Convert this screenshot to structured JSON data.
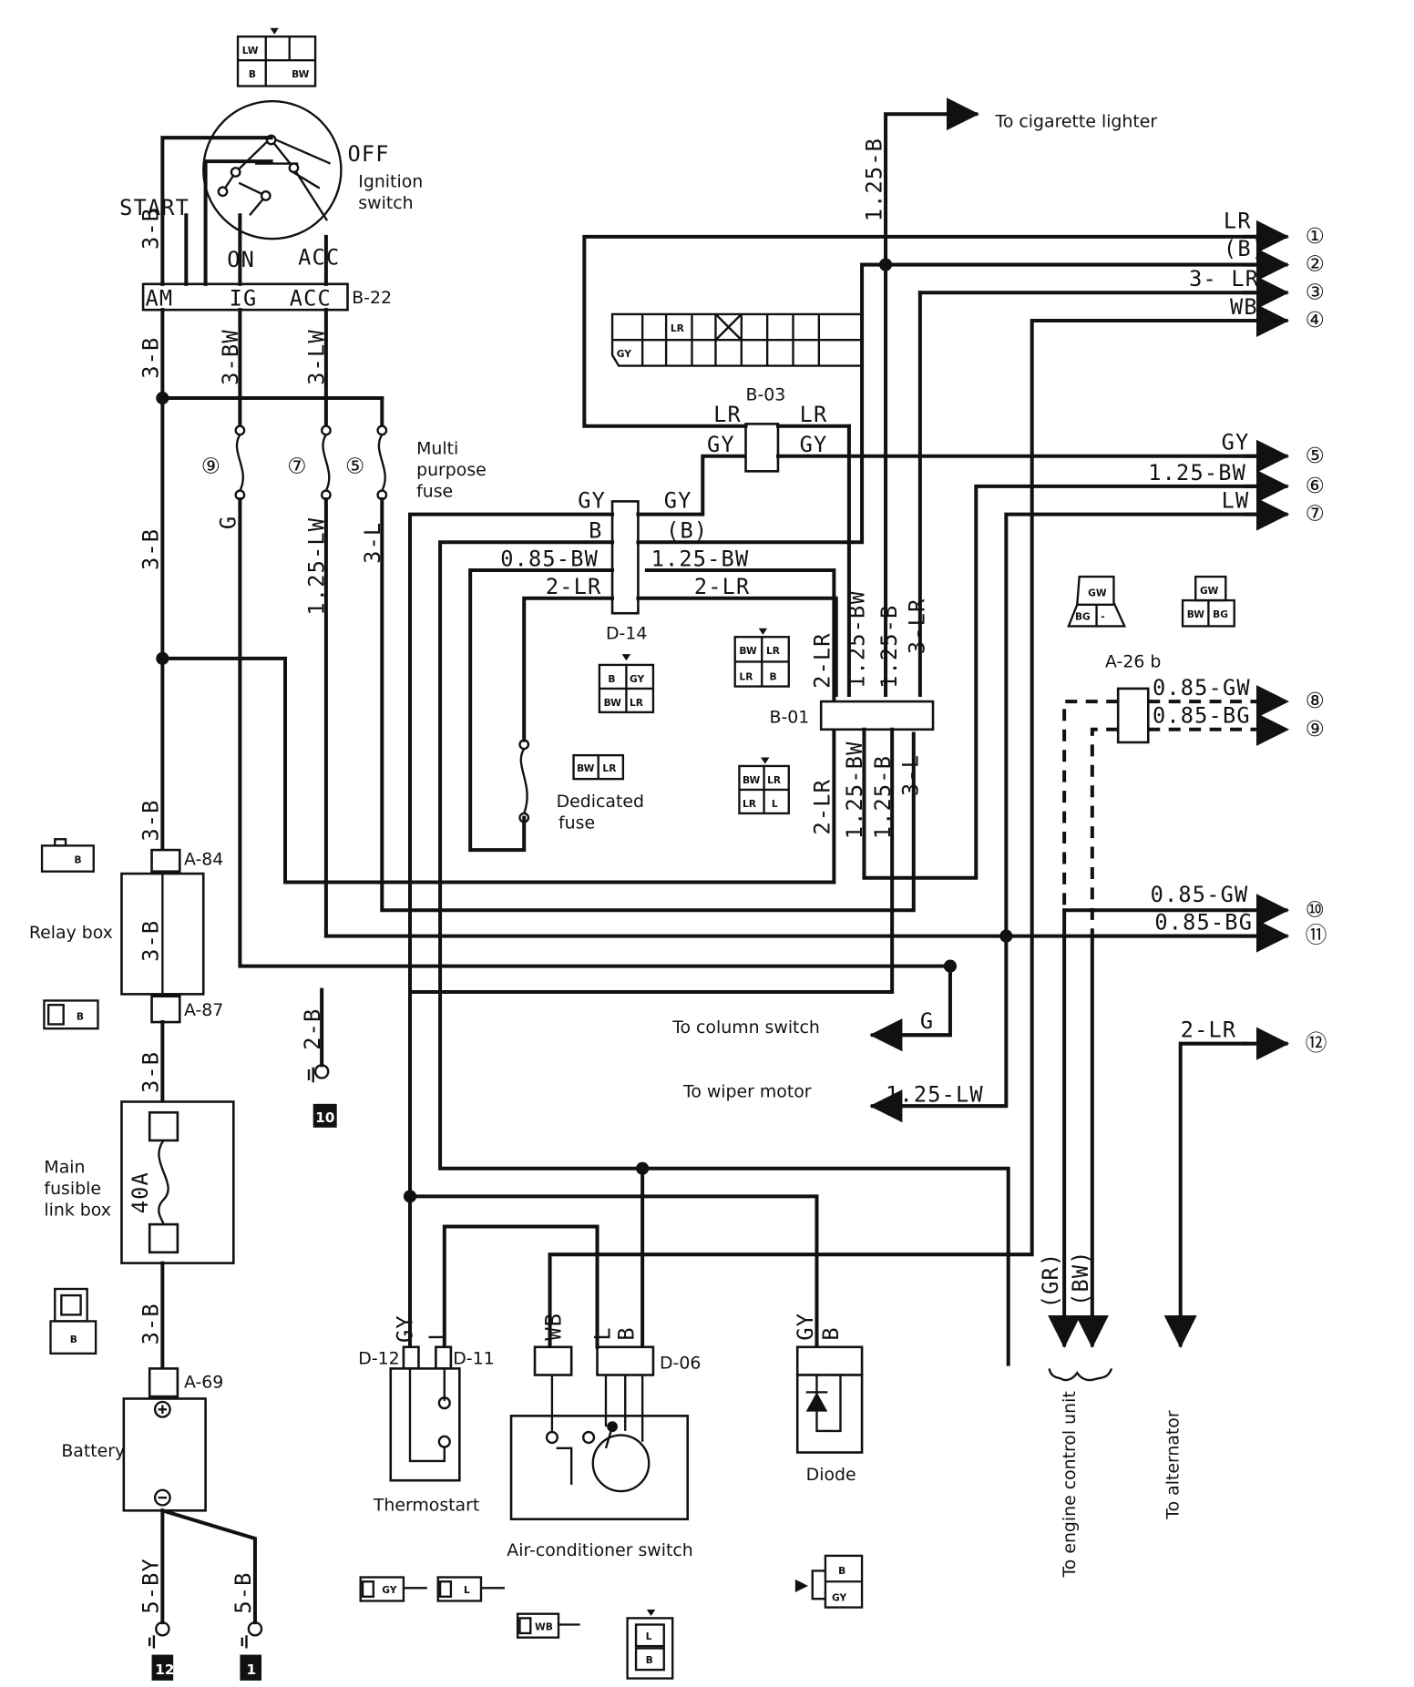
{
  "ignition_switch": {
    "title": "Ignition\nswitch",
    "positions": {
      "off": "OFF",
      "start": "START",
      "on": "ON",
      "acc": "ACC"
    },
    "terminals": {
      "am": "AM",
      "ig": "IG",
      "acc": "ACC"
    },
    "connector": "B-22"
  },
  "connector_pins": {
    "b22": [
      "LW",
      "B",
      "BW"
    ],
    "d14": [
      "B",
      "GY",
      "BW",
      "LR"
    ],
    "b01_top": [
      "BW",
      "LR",
      "LR",
      "B"
    ],
    "b01_bottom": [
      "BW",
      "LR",
      "LR",
      "L"
    ],
    "dedicated_fuse": [
      "BW",
      "LR"
    ],
    "b03": [
      "LR",
      "GY"
    ],
    "a26_left": [
      "GW",
      "BG",
      "-"
    ],
    "a26_right": [
      "GW",
      "BW",
      "BG"
    ],
    "a84": [
      "B"
    ],
    "a87": [
      "B"
    ],
    "a69": [
      "B"
    ],
    "thermostart": [
      "GY",
      "L"
    ],
    "ac_switch": [
      "WB",
      "L",
      "B"
    ],
    "diode": [
      "B",
      "GY"
    ]
  },
  "wire_labels": {
    "am_3b": "3-B",
    "ig_3bw": "3-BW",
    "acc_3lw": "3-LW",
    "start_3b": "3-B",
    "main_3b": "3-B",
    "fuse9_g": "G",
    "fuse7_125lw": "1.25-LW",
    "fuse5_3l": "3-L",
    "relay_3b": "3-B",
    "relay_top_3b": "3-B",
    "relay_bot_3b": "3-B",
    "link_3b": "3-B",
    "ground_2b": "2-B",
    "batt_5by": "5-BY",
    "batt_5b": "5-B",
    "cig_125b": "1.25-B",
    "gy_d14": "GY",
    "b_d14": "B",
    "bw085": "0.85-BW",
    "lr2": "2-LR",
    "gy_right": "GY",
    "b_paren": "(B)",
    "bw125": "1.25-BW",
    "lr2_right": "2-LR",
    "lr_b03_left": "LR",
    "lr_b03_right": "LR",
    "gy_b03_left": "GY",
    "gy_b03_right": "GY",
    "v_2lr_top": "2-LR",
    "v_125bw_top": "1.25-BW",
    "v_125b_top": "1.25-B",
    "v_3lr_top": "3-LR",
    "v_2lr_bot": "2-LR",
    "v_125bw_bot": "1.25-BW",
    "v_125b_bot": "1.25-B",
    "v_3l_bot": "3-L",
    "gr": "(GR)",
    "bw_paren": "(BW)",
    "g_col": "G",
    "lw_wiper": "1.25-LW",
    "gy_ts": "GY",
    "l_ts": "L",
    "wb_ac": "WB",
    "l_ac": "L",
    "b_ac": "B",
    "gy_di": "GY",
    "b_di": "B",
    "fuse_40a": "40A"
  },
  "outputs": [
    {
      "num": "①",
      "label": "LR"
    },
    {
      "num": "②",
      "label": "(B)"
    },
    {
      "num": "③",
      "label": "3- LR"
    },
    {
      "num": "④",
      "label": "WB"
    },
    {
      "num": "⑤",
      "label": "GY"
    },
    {
      "num": "⑥",
      "label": "1.25-BW"
    },
    {
      "num": "⑦",
      "label": "LW"
    },
    {
      "num": "⑧",
      "label": "0.85-GW"
    },
    {
      "num": "⑨",
      "label": "0.85-BG"
    },
    {
      "num": "⑩",
      "label": "0.85-GW"
    },
    {
      "num": "⑪",
      "label": "0.85-BG"
    },
    {
      "num": "⑫",
      "label": "2-LR"
    }
  ],
  "fuse_numbers": {
    "f9": "⑨",
    "f7": "⑦",
    "f5": "⑤"
  },
  "components": {
    "multi_fuse": "Multi\npurpose\nfuse",
    "dedicated_fuse": "Dedicated\nfuse",
    "relay_box": "Relay box",
    "main_link": "Main\nfusible\nlink box",
    "battery": "Battery",
    "thermostart": "Thermostart",
    "ac_switch": "Air-conditioner switch",
    "diode": "Diode",
    "cig": "To cigarette lighter",
    "column": "To column switch",
    "wiper": "To wiper motor",
    "ecu": "To engine control unit",
    "alternator": "To alternator"
  },
  "connectors": {
    "a84": "A-84",
    "a87": "A-87",
    "a69": "A-69",
    "d14": "D-14",
    "b03": "B-03",
    "b01": "B-01",
    "a26b": "A-26 b",
    "d12": "D-12",
    "d11": "D-11",
    "d06": "D-06"
  },
  "grounds": {
    "g10": "10",
    "g12": "12",
    "g1": "1"
  }
}
